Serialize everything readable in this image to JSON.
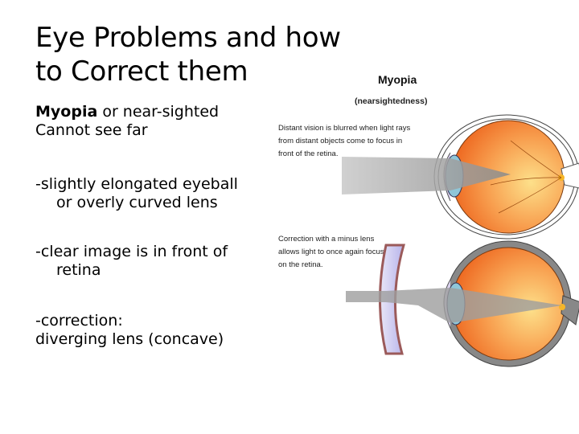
{
  "slide": {
    "title_line1": "Eye Problems and how",
    "title_line2": "to Correct them",
    "heading_bold": "Myopia",
    "heading_rest": " or near-sighted",
    "line_cannot": "Cannot see far",
    "bullets": [
      {
        "line1": "-slightly elongated eyeball",
        "line2": "or overly curved lens"
      },
      {
        "line1": "-clear image is in front of",
        "line2": "retina"
      },
      {
        "line1": "-correction:",
        "line2": "diverging lens (concave)"
      }
    ]
  },
  "figure": {
    "title": "Myopia",
    "subtitle": "(nearsightedness)",
    "caption_top": [
      "Distant vision is blurred when light rays",
      "from distant objects come to focus in",
      "front of the retina."
    ],
    "caption_bottom": [
      "Correction with a minus lens",
      "allows light to once again focus",
      "on the retina."
    ],
    "colors": {
      "eyeball": "#f07a2a",
      "eyeball_light": "#fde08a",
      "lens": "#8fc6d8",
      "beam": "#a9a9a9",
      "concave_lens": "#c9c6ef",
      "frame": "#9b5a5a"
    }
  }
}
